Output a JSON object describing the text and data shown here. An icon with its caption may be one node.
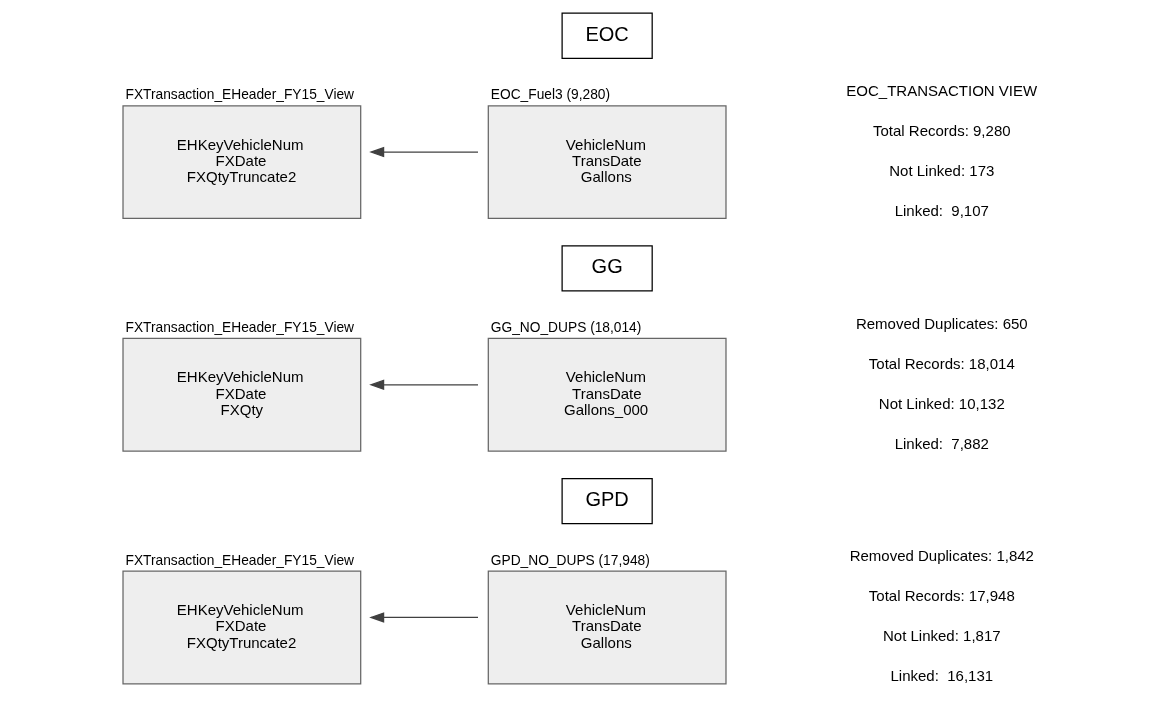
{
  "diagram": {
    "nodes": [
      {
        "text": [
          "FXTransaction_EHeader_FY15_View",
          "EHKeyVehicleNum",
          "FXDate",
          "FXQtyTruncate2"
        ]
      },
      {
        "text": [
          "GPD_NO_DUPS (17,948)",
          "VehicleNum",
          "TransDate",
          "Gallons"
        ]
      },
      {
        "text": [
          "GPD"
        ]
      },
      {
        "text": [
          "FXTransaction_EHeader_FY15_View",
          "EHKeyVehicleNum",
          "FXDate",
          "FXQty"
        ]
      },
      {
        "text": [
          "GG_NO_DUPS (18,014)",
          "VehicleNum",
          "TransDate",
          "Gallons_000"
        ]
      },
      {
        "text": [
          "GG"
        ]
      },
      {
        "text": [
          "FXTransaction_EHeader_FY15_View",
          "EHKeyVehicleNum",
          "FXDate",
          "FXQtyTruncate2"
        ]
      },
      {
        "text": [
          "EOC_Fuel3 (9,280)",
          "VehicleNum",
          "TransDate",
          "Gallons"
        ]
      },
      {
        "text": [
          "EOC"
        ]
      }
    ],
    "edges": [
      {
        "from": 1,
        "to": 0,
        "arrow": "to"
      },
      {
        "from": 4,
        "to": 3,
        "arrow": "to"
      },
      {
        "from": 7,
        "to": 6,
        "arrow": "to"
      }
    ],
    "labels": [
      "Removed Duplicates: 1,842",
      "Total Records: 17,948",
      "Not Linked: 1,817",
      "Linked:  16,131",
      "Removed Duplicates: 650",
      "Total Records: 18,014",
      "Not Linked: 10,132",
      "Linked:  7,882",
      "EOC_TRANSACTION VIEW",
      "Total Records: 9,280",
      "Not Linked: 173",
      "Linked:  9,107"
    ]
  }
}
